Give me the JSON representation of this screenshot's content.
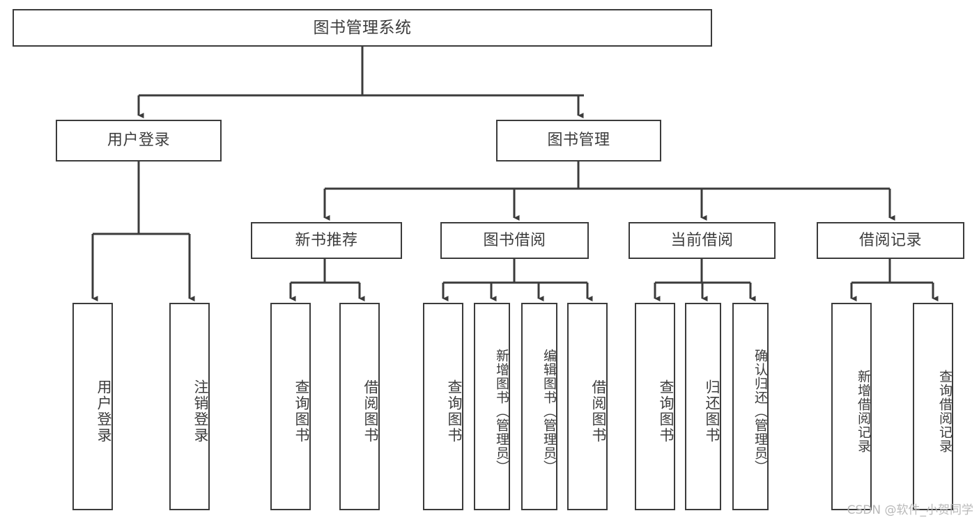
{
  "diagram": {
    "type": "tree-hierarchy",
    "title": "图书管理系统",
    "style": {
      "stroke": "#3b3b3b",
      "fill": "#ffffff",
      "text": "#3c3c3c",
      "background": "#ffffff",
      "watermark_color": "#b9b9b9"
    },
    "watermark": "CSDN @软件_小贺同学",
    "levels": {
      "root": {
        "label": "图书管理系统"
      },
      "level2": [
        {
          "id": "user-login",
          "label": "用户登录"
        },
        {
          "id": "book-manage",
          "label": "图书管理"
        }
      ],
      "level3": [
        {
          "id": "new-book-rec",
          "label": "新书推荐",
          "parent": "book-manage"
        },
        {
          "id": "book-borrow",
          "label": "图书借阅",
          "parent": "book-manage"
        },
        {
          "id": "current-borrow",
          "label": "当前借阅",
          "parent": "book-manage"
        },
        {
          "id": "borrow-record",
          "label": "借阅记录",
          "parent": "book-manage"
        }
      ],
      "leaves": [
        {
          "id": "leaf-user-login",
          "label": "用户登录",
          "parent": "user-login"
        },
        {
          "id": "leaf-user-logout",
          "label": "注销登录",
          "parent": "user-login"
        },
        {
          "id": "leaf-rec-query",
          "label": "查询图书",
          "parent": "new-book-rec"
        },
        {
          "id": "leaf-rec-borrow",
          "label": "借阅图书",
          "parent": "new-book-rec"
        },
        {
          "id": "leaf-borrow-query",
          "label": "查询图书",
          "parent": "book-borrow"
        },
        {
          "id": "leaf-borrow-add",
          "label": "新增图书（管理员）",
          "parent": "book-borrow"
        },
        {
          "id": "leaf-borrow-edit",
          "label": "编辑图书（管理员）",
          "parent": "book-borrow"
        },
        {
          "id": "leaf-borrow-lend",
          "label": "借阅图书",
          "parent": "book-borrow"
        },
        {
          "id": "leaf-cur-query",
          "label": "查询图书",
          "parent": "current-borrow"
        },
        {
          "id": "leaf-cur-return",
          "label": "归还图书",
          "parent": "current-borrow"
        },
        {
          "id": "leaf-cur-confirm",
          "label": "确认归还（管理员）",
          "parent": "current-borrow"
        },
        {
          "id": "leaf-rec-add",
          "label": "新增借阅记录",
          "parent": "borrow-record"
        },
        {
          "id": "leaf-rec-query2",
          "label": "查询借阅记录",
          "parent": "borrow-record"
        }
      ]
    }
  }
}
